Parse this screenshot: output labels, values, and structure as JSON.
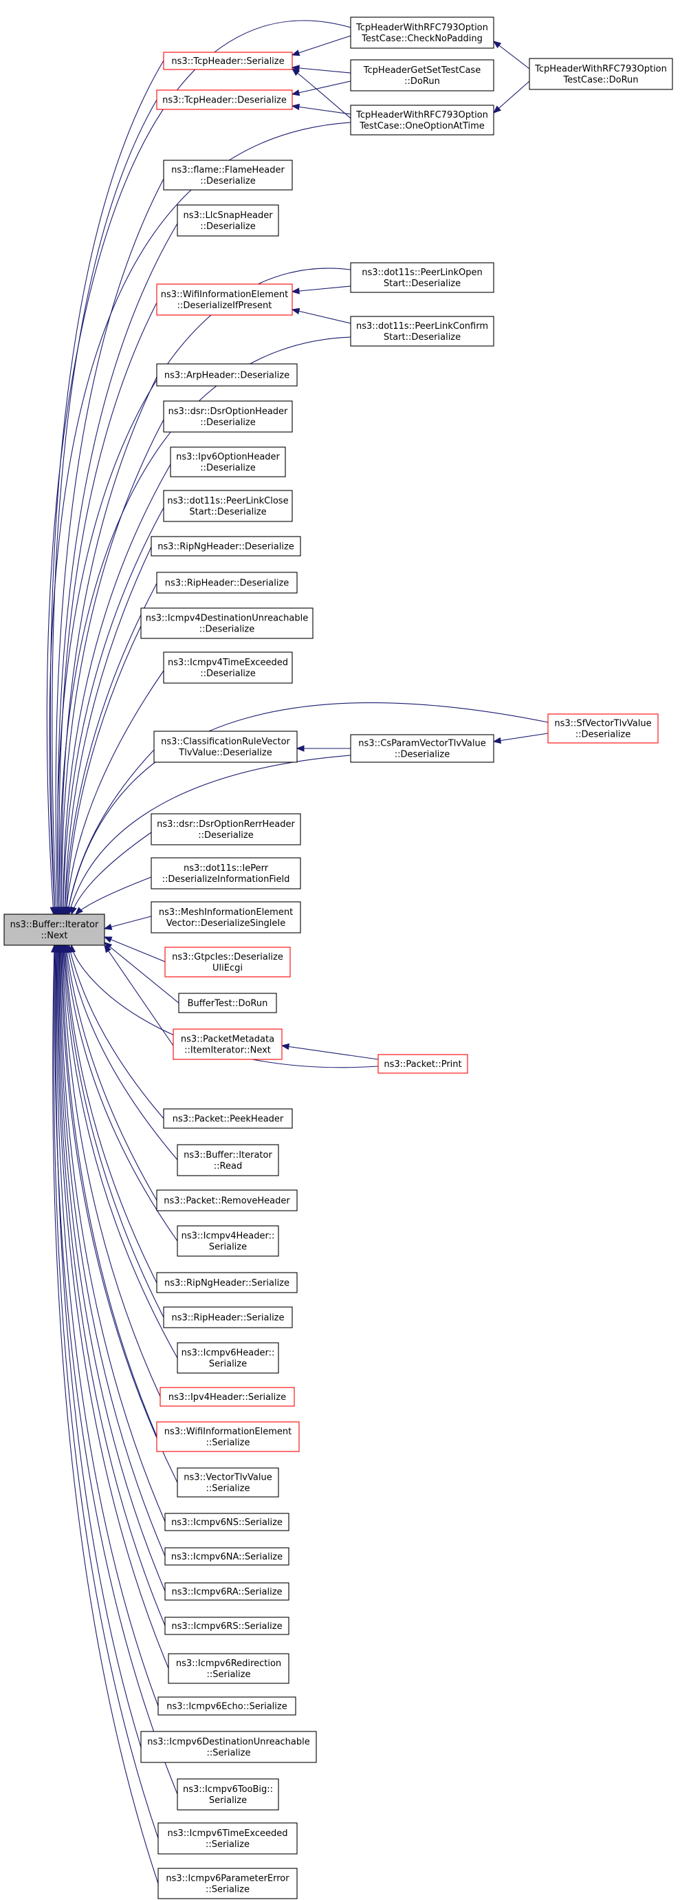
{
  "colors": {
    "edge": "#191970",
    "node_border": "#000000",
    "node_border_truncated": "#ff0000",
    "focus_fill": "#bfbfbf",
    "node_fill": "#ffffff"
  },
  "nodes": [
    {
      "id": "focus",
      "lines": [
        "ns3::Buffer::Iterator",
        "::Next"
      ],
      "style": "focus"
    },
    {
      "id": "tcp_ser",
      "lines": [
        "ns3::TcpHeader::Serialize"
      ],
      "style": "red"
    },
    {
      "id": "tcp_deser",
      "lines": [
        "ns3::TcpHeader::Deserialize"
      ],
      "style": "red"
    },
    {
      "id": "check_nopad",
      "lines": [
        "TcpHeaderWithRFC793Option",
        "TestCase::CheckNoPadding"
      ],
      "style": "normal"
    },
    {
      "id": "getset_dorun",
      "lines": [
        "TcpHeaderGetSetTestCase",
        "::DoRun"
      ],
      "style": "normal"
    },
    {
      "id": "one_option",
      "lines": [
        "TcpHeaderWithRFC793Option",
        "TestCase::OneOptionAtTime"
      ],
      "style": "normal"
    },
    {
      "id": "rfc_dorun",
      "lines": [
        "TcpHeaderWithRFC793Option",
        "TestCase::DoRun"
      ],
      "style": "normal"
    },
    {
      "id": "flame",
      "lines": [
        "ns3::flame::FlameHeader",
        "::Deserialize"
      ],
      "style": "normal"
    },
    {
      "id": "llcsnap",
      "lines": [
        "ns3::LlcSnapHeader",
        "::Deserialize"
      ],
      "style": "normal"
    },
    {
      "id": "wifi_deser",
      "lines": [
        "ns3::WifiInformationElement",
        "::DeserializeIfPresent"
      ],
      "style": "red"
    },
    {
      "id": "plopen",
      "lines": [
        "ns3::dot11s::PeerLinkOpen",
        "Start::Deserialize"
      ],
      "style": "normal"
    },
    {
      "id": "plconfirm",
      "lines": [
        "ns3::dot11s::PeerLinkConfirm",
        "Start::Deserialize"
      ],
      "style": "normal"
    },
    {
      "id": "arp",
      "lines": [
        "ns3::ArpHeader::Deserialize"
      ],
      "style": "normal"
    },
    {
      "id": "dsroption",
      "lines": [
        "ns3::dsr::DsrOptionHeader",
        "::Deserialize"
      ],
      "style": "normal"
    },
    {
      "id": "ipv6option",
      "lines": [
        "ns3::Ipv6OptionHeader",
        "::Deserialize"
      ],
      "style": "normal"
    },
    {
      "id": "plclose",
      "lines": [
        "ns3::dot11s::PeerLinkClose",
        "Start::Deserialize"
      ],
      "style": "normal"
    },
    {
      "id": "ripng_deser",
      "lines": [
        "ns3::RipNgHeader::Deserialize"
      ],
      "style": "normal"
    },
    {
      "id": "rip_deser",
      "lines": [
        "ns3::RipHeader::Deserialize"
      ],
      "style": "normal"
    },
    {
      "id": "icmpv4_dest",
      "lines": [
        "ns3::Icmpv4DestinationUnreachable",
        "::Deserialize"
      ],
      "style": "normal"
    },
    {
      "id": "icmpv4_time",
      "lines": [
        "ns3::Icmpv4TimeExceeded",
        "::Deserialize"
      ],
      "style": "normal"
    },
    {
      "id": "classification",
      "lines": [
        "ns3::ClassificationRuleVector",
        "TlvValue::Deserialize"
      ],
      "style": "normal"
    },
    {
      "id": "csparam",
      "lines": [
        "ns3::CsParamVectorTlvValue",
        "::Deserialize"
      ],
      "style": "normal"
    },
    {
      "id": "sfvector",
      "lines": [
        "ns3::SfVectorTlvValue",
        "::Deserialize"
      ],
      "style": "red"
    },
    {
      "id": "dsrrerr",
      "lines": [
        "ns3::dsr::DsrOptionRerrHeader",
        "::Deserialize"
      ],
      "style": "normal"
    },
    {
      "id": "ieperr",
      "lines": [
        "ns3::dot11s::IePerr",
        "::DeserializeInformationField"
      ],
      "style": "normal"
    },
    {
      "id": "mesh",
      "lines": [
        "ns3::MeshInformationElement",
        "Vector::DeserializeSingleIe"
      ],
      "style": "normal"
    },
    {
      "id": "gtpc",
      "lines": [
        "ns3::GtpcIes::Deserialize",
        "UliEcgi"
      ],
      "style": "red"
    },
    {
      "id": "buffertest",
      "lines": [
        "BufferTest::DoRun"
      ],
      "style": "normal"
    },
    {
      "id": "pktmeta",
      "lines": [
        "ns3::PacketMetadata",
        "::ItemIterator::Next"
      ],
      "style": "red"
    },
    {
      "id": "pktprint",
      "lines": [
        "ns3::Packet::Print"
      ],
      "style": "red"
    },
    {
      "id": "peekheader",
      "lines": [
        "ns3::Packet::PeekHeader"
      ],
      "style": "normal"
    },
    {
      "id": "bufread",
      "lines": [
        "ns3::Buffer::Iterator",
        "::Read"
      ],
      "style": "normal"
    },
    {
      "id": "removeheader",
      "lines": [
        "ns3::Packet::RemoveHeader"
      ],
      "style": "normal"
    },
    {
      "id": "icmpv4_ser",
      "lines": [
        "ns3::Icmpv4Header::",
        "Serialize"
      ],
      "style": "normal"
    },
    {
      "id": "ripng_ser",
      "lines": [
        "ns3::RipNgHeader::Serialize"
      ],
      "style": "normal"
    },
    {
      "id": "rip_ser",
      "lines": [
        "ns3::RipHeader::Serialize"
      ],
      "style": "normal"
    },
    {
      "id": "icmpv6_ser",
      "lines": [
        "ns3::Icmpv6Header::",
        "Serialize"
      ],
      "style": "normal"
    },
    {
      "id": "ipv4_ser",
      "lines": [
        "ns3::Ipv4Header::Serialize"
      ],
      "style": "red"
    },
    {
      "id": "wifi_ser",
      "lines": [
        "ns3::WifiInformationElement",
        "::Serialize"
      ],
      "style": "red"
    },
    {
      "id": "vectortlv",
      "lines": [
        "ns3::VectorTlvValue",
        "::Serialize"
      ],
      "style": "normal"
    },
    {
      "id": "icmpv6ns",
      "lines": [
        "ns3::Icmpv6NS::Serialize"
      ],
      "style": "normal"
    },
    {
      "id": "icmpv6na",
      "lines": [
        "ns3::Icmpv6NA::Serialize"
      ],
      "style": "normal"
    },
    {
      "id": "icmpv6ra",
      "lines": [
        "ns3::Icmpv6RA::Serialize"
      ],
      "style": "normal"
    },
    {
      "id": "icmpv6rs",
      "lines": [
        "ns3::Icmpv6RS::Serialize"
      ],
      "style": "normal"
    },
    {
      "id": "icmpv6redir",
      "lines": [
        "ns3::Icmpv6Redirection",
        "::Serialize"
      ],
      "style": "normal"
    },
    {
      "id": "icmpv6echo",
      "lines": [
        "ns3::Icmpv6Echo::Serialize"
      ],
      "style": "normal"
    },
    {
      "id": "icmpv6dest",
      "lines": [
        "ns3::Icmpv6DestinationUnreachable",
        "::Serialize"
      ],
      "style": "normal"
    },
    {
      "id": "icmpv6toobig",
      "lines": [
        "ns3::Icmpv6TooBig::",
        "Serialize"
      ],
      "style": "normal"
    },
    {
      "id": "icmpv6time",
      "lines": [
        "ns3::Icmpv6TimeExceeded",
        "::Serialize"
      ],
      "style": "normal"
    },
    {
      "id": "icmpv6param",
      "lines": [
        "ns3::Icmpv6ParameterError",
        "::Serialize"
      ],
      "style": "normal"
    }
  ],
  "edges": [
    {
      "from": "tcp_ser",
      "to": "focus"
    },
    {
      "from": "tcp_deser",
      "to": "focus"
    },
    {
      "from": "check_nopad",
      "to": "focus"
    },
    {
      "from": "one_option",
      "to": "focus"
    },
    {
      "from": "check_nopad",
      "to": "tcp_ser"
    },
    {
      "from": "getset_dorun",
      "to": "tcp_ser"
    },
    {
      "from": "one_option",
      "to": "tcp_ser"
    },
    {
      "from": "getset_dorun",
      "to": "tcp_deser"
    },
    {
      "from": "one_option",
      "to": "tcp_deser"
    },
    {
      "from": "rfc_dorun",
      "to": "check_nopad"
    },
    {
      "from": "rfc_dorun",
      "to": "one_option"
    },
    {
      "from": "flame",
      "to": "focus"
    },
    {
      "from": "llcsnap",
      "to": "focus"
    },
    {
      "from": "plopen",
      "to": "focus"
    },
    {
      "from": "wifi_deser",
      "to": "focus"
    },
    {
      "from": "plopen",
      "to": "wifi_deser"
    },
    {
      "from": "plconfirm",
      "to": "wifi_deser"
    },
    {
      "from": "plconfirm",
      "to": "focus"
    },
    {
      "from": "arp",
      "to": "focus"
    },
    {
      "from": "dsroption",
      "to": "focus"
    },
    {
      "from": "ipv6option",
      "to": "focus"
    },
    {
      "from": "plclose",
      "to": "focus"
    },
    {
      "from": "ripng_deser",
      "to": "focus"
    },
    {
      "from": "rip_deser",
      "to": "focus"
    },
    {
      "from": "icmpv4_dest",
      "to": "focus"
    },
    {
      "from": "icmpv4_time",
      "to": "focus"
    },
    {
      "from": "sfvector",
      "to": "focus"
    },
    {
      "from": "classification",
      "to": "focus"
    },
    {
      "from": "csparam",
      "to": "focus"
    },
    {
      "from": "csparam",
      "to": "classification"
    },
    {
      "from": "sfvector",
      "to": "csparam"
    },
    {
      "from": "dsrrerr",
      "to": "focus"
    },
    {
      "from": "ieperr",
      "to": "focus"
    },
    {
      "from": "mesh",
      "to": "focus"
    },
    {
      "from": "gtpc",
      "to": "focus"
    },
    {
      "from": "buffertest",
      "to": "focus"
    },
    {
      "from": "pktmeta",
      "to": "focus"
    },
    {
      "from": "pktprint",
      "to": "focus"
    },
    {
      "from": "pktprint",
      "to": "pktmeta"
    },
    {
      "from": "peekheader",
      "to": "focus"
    },
    {
      "from": "bufread",
      "to": "focus"
    },
    {
      "from": "removeheader",
      "to": "focus"
    },
    {
      "from": "icmpv4_ser",
      "to": "focus"
    },
    {
      "from": "ripng_ser",
      "to": "focus"
    },
    {
      "from": "rip_ser",
      "to": "focus"
    },
    {
      "from": "icmpv6_ser",
      "to": "focus"
    },
    {
      "from": "ipv4_ser",
      "to": "focus"
    },
    {
      "from": "wifi_ser",
      "to": "focus"
    },
    {
      "from": "vectortlv",
      "to": "focus"
    },
    {
      "from": "icmpv6ns",
      "to": "focus"
    },
    {
      "from": "icmpv6na",
      "to": "focus"
    },
    {
      "from": "icmpv6ra",
      "to": "focus"
    },
    {
      "from": "icmpv6rs",
      "to": "focus"
    },
    {
      "from": "icmpv6redir",
      "to": "focus"
    },
    {
      "from": "icmpv6echo",
      "to": "focus"
    },
    {
      "from": "icmpv6dest",
      "to": "focus"
    },
    {
      "from": "icmpv6toobig",
      "to": "focus"
    },
    {
      "from": "icmpv6time",
      "to": "focus"
    },
    {
      "from": "icmpv6param",
      "to": "focus"
    }
  ]
}
